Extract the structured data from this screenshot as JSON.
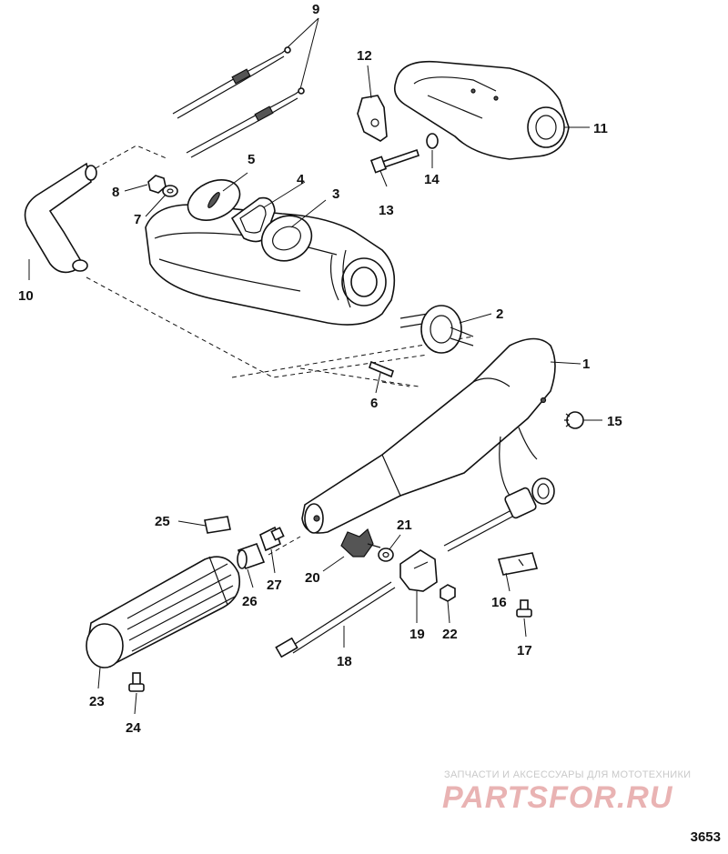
{
  "figure": {
    "number": "3653",
    "callouts": [
      "1",
      "2",
      "3",
      "4",
      "5",
      "6",
      "7",
      "8",
      "9",
      "10",
      "11",
      "12",
      "13",
      "14",
      "15",
      "16",
      "17",
      "18",
      "19",
      "20",
      "21",
      "22",
      "23",
      "24",
      "25",
      "26",
      "27"
    ]
  },
  "watermark": {
    "caption": "ЗАПЧАСТИ И АКСЕССУАРЫ ДЛЯ МОТОТЕХНИКИ",
    "logo": "PARTSFOR.RU"
  }
}
